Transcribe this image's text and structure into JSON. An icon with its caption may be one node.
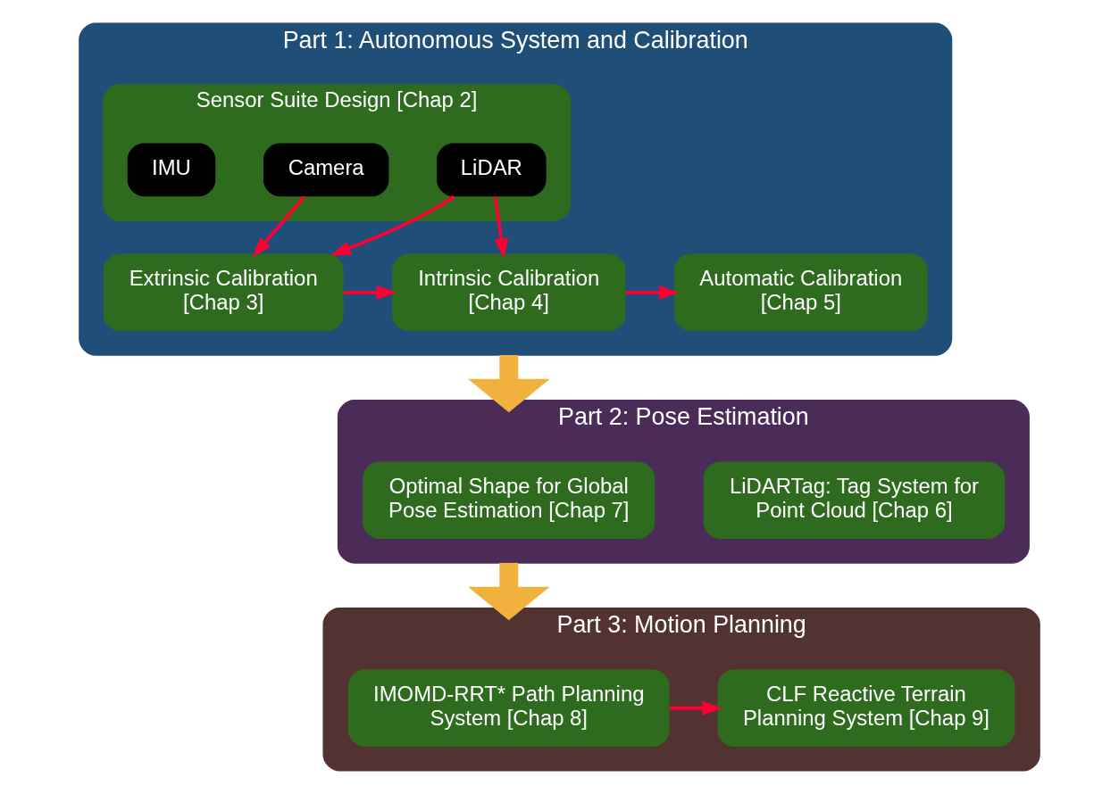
{
  "diagram": {
    "nodes": [
      {
        "text": [
          "Part 1: Autonomous System and Calibration"
        ]
      },
      {
        "text": [
          "Sensor Suite Design [Chap 2]"
        ],
        "in": 0
      },
      {
        "text": [
          "Camera"
        ],
        "in": 1
      },
      {
        "text": [
          "LiDAR"
        ],
        "in": 1
      },
      {
        "text": [
          "IMU"
        ],
        "in": 1
      },
      {
        "text": [
          "Extrinsic Calibration [Chap 3]"
        ],
        "in": 0
      },
      {
        "text": [
          "Intrinsic Calibration [Chap 4]"
        ],
        "in": 0
      },
      {
        "text": [
          "Automatic Calibration [Chap 5]"
        ],
        "in": 0
      },
      {
        "text": [
          "Part 2: Pose Estimation"
        ]
      },
      {
        "text": [
          "LiDARTag: Tag System for Point Cloud [Chap 6]"
        ],
        "in": 8
      },
      {
        "text": [
          "Optimal Shape for Global Pose Estimation [Chap 7]"
        ],
        "in": 8
      },
      {
        "text": [
          "Part 3: Motion Planning"
        ]
      },
      {
        "text": [
          "CLF Reactive Terrain Planning System [Chap 9]"
        ],
        "in": 11
      },
      {
        "text": [
          "IMOMD-RRT* Path Planning System [Chap 8]"
        ],
        "in": 11
      }
    ],
    "edges": [
      {
        "from": 2,
        "to": 5,
        "arrow": "to"
      },
      {
        "from": 3,
        "to": 5,
        "arrow": "to"
      },
      {
        "from": 3,
        "to": 6,
        "arrow": "to"
      },
      {
        "from": 5,
        "to": 6,
        "arrow": "to"
      },
      {
        "from": 6,
        "to": 7,
        "arrow": "to"
      },
      {
        "from": 0,
        "to": 8,
        "arrow": "to",
        "style": "thick",
        "color": "#f0b23c"
      },
      {
        "from": 8,
        "to": 11,
        "arrow": "to",
        "style": "thick",
        "color": "#f0b23c"
      },
      {
        "from": 13,
        "to": 12,
        "arrow": "to"
      }
    ]
  }
}
